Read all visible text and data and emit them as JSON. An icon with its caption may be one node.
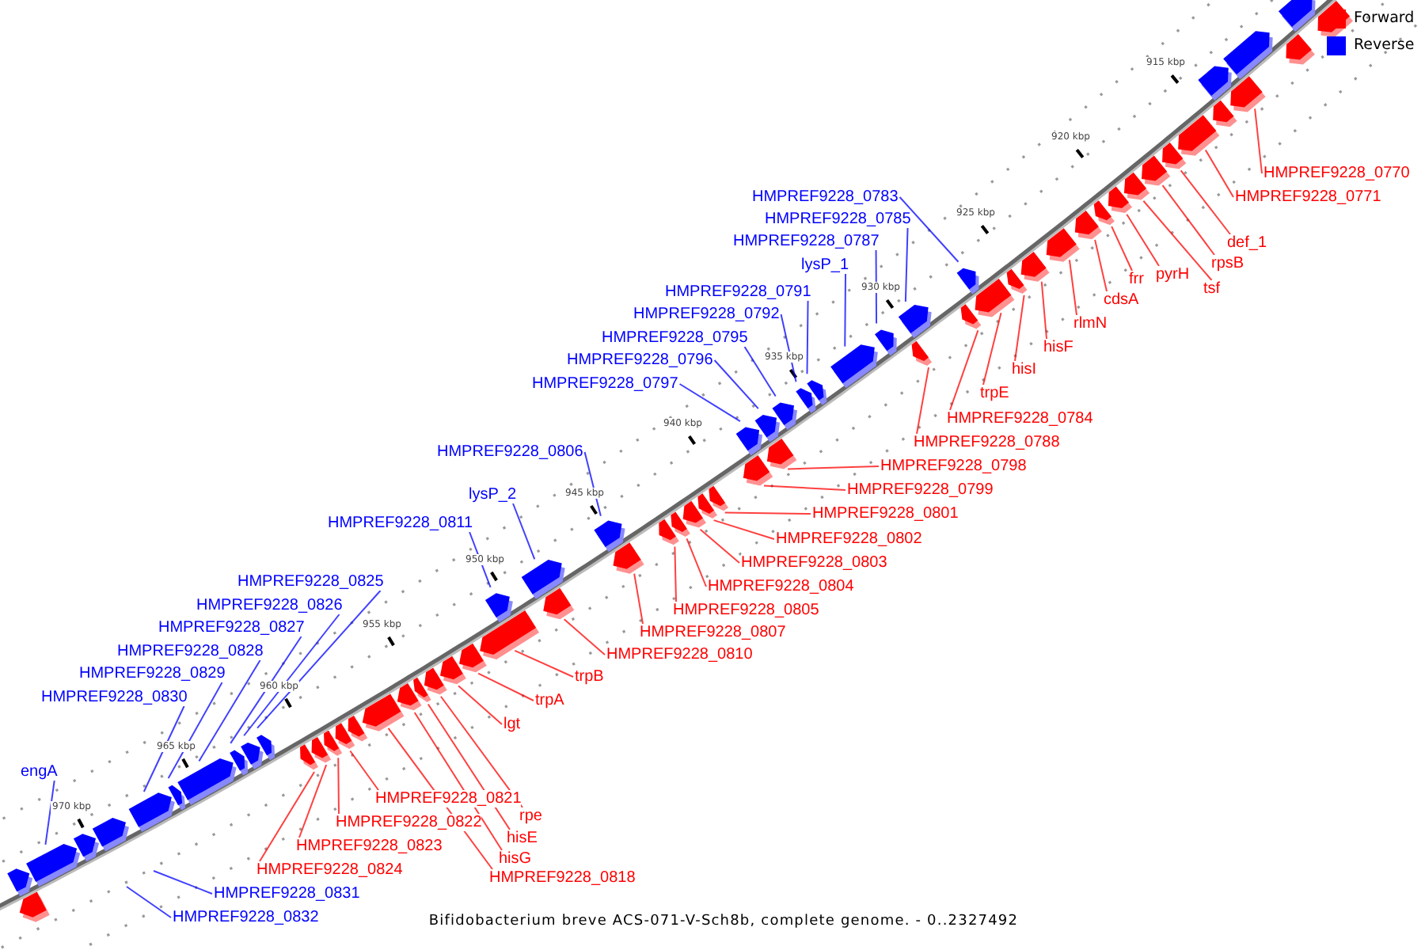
{
  "diagram": {
    "caption": "Bifidobacterium breve ACS-071-V-Sch8b, complete genome. - 0..2327492",
    "nodes": [
      {
        "text": [
          "HMPREF9228_0770"
        ]
      },
      {
        "text": [
          "HMPREF9228_0771"
        ]
      },
      {
        "text": [
          "HMPREF9228_0783"
        ]
      },
      {
        "text": [
          "HMPREF9228_0785"
        ]
      },
      {
        "text": [
          "def_1"
        ]
      },
      {
        "text": [
          "HMPREF9228_0787"
        ]
      },
      {
        "text": [
          "rpsB"
        ]
      },
      {
        "text": [
          "lysP_1"
        ]
      },
      {
        "text": [
          "pyrH"
        ]
      },
      {
        "text": [
          "frr"
        ]
      },
      {
        "text": [
          "tsf"
        ]
      },
      {
        "text": [
          "HMPREF9228_0791"
        ]
      },
      {
        "text": [
          "cdsA"
        ]
      },
      {
        "text": [
          "HMPREF9228_0792"
        ]
      },
      {
        "text": [
          "rlmN"
        ]
      },
      {
        "text": [
          "HMPREF9228_0795"
        ]
      },
      {
        "text": [
          "hisF"
        ]
      },
      {
        "text": [
          "HMPREF9228_0796"
        ]
      },
      {
        "text": [
          "hisI"
        ]
      },
      {
        "text": [
          "HMPREF9228_0797"
        ]
      },
      {
        "text": [
          "trpE"
        ]
      },
      {
        "text": [
          "HMPREF9228_0784"
        ]
      },
      {
        "text": [
          "HMPREF9228_0788"
        ]
      },
      {
        "text": [
          "HMPREF9228_0806"
        ]
      },
      {
        "text": [
          "HMPREF9228_0798"
        ]
      },
      {
        "text": [
          "HMPREF9228_0799"
        ]
      },
      {
        "text": [
          "lysP_2"
        ]
      },
      {
        "text": [
          "HMPREF9228_0801"
        ]
      },
      {
        "text": [
          "HMPREF9228_0811"
        ]
      },
      {
        "text": [
          "HMPREF9228_0802"
        ]
      },
      {
        "text": [
          "HMPREF9228_0803"
        ]
      },
      {
        "text": [
          "HMPREF9228_0825"
        ]
      },
      {
        "text": [
          "HMPREF9228_0804"
        ]
      },
      {
        "text": [
          "HMPREF9228_0826"
        ]
      },
      {
        "text": [
          "HMPREF9228_0805"
        ]
      },
      {
        "text": [
          "HMPREF9228_0827"
        ]
      },
      {
        "text": [
          "HMPREF9228_0807"
        ]
      },
      {
        "text": [
          "HMPREF9228_0828"
        ]
      },
      {
        "text": [
          "HMPREF9228_0810"
        ]
      },
      {
        "text": [
          "HMPREF9228_0829"
        ]
      },
      {
        "text": [
          "trpB"
        ]
      },
      {
        "text": [
          "HMPREF9228_0830"
        ]
      },
      {
        "text": [
          "trpA"
        ]
      },
      {
        "text": [
          "lgt"
        ]
      },
      {
        "text": [
          "engA"
        ]
      },
      {
        "text": [
          "HMPREF9228_0821"
        ]
      },
      {
        "text": [
          "rpe"
        ]
      },
      {
        "text": [
          "HMPREF9228_0822"
        ]
      },
      {
        "text": [
          "hisE"
        ]
      },
      {
        "text": [
          "HMPREF9228_0823"
        ]
      },
      {
        "text": [
          "hisG"
        ]
      },
      {
        "text": [
          "HMPREF9228_0824"
        ]
      },
      {
        "text": [
          "HMPREF9228_0818"
        ]
      },
      {
        "text": [
          "HMPREF9228_0831"
        ]
      },
      {
        "text": [
          "HMPREF9228_0832"
        ]
      },
      {
        "text": [],
        "shape": "pentagon"
      },
      {
        "text": [],
        "shape": "pentagon"
      },
      {
        "text": [],
        "shape": "pentagon"
      },
      {
        "text": [],
        "shape": "pentagon"
      },
      {
        "text": [],
        "shape": "pentagon"
      },
      {
        "text": [],
        "shape": "pentagon"
      },
      {
        "text": [],
        "shape": "pentagon"
      },
      {
        "text": [],
        "shape": "pentagon"
      },
      {
        "text": [],
        "shape": "pentagon"
      },
      {
        "text": [],
        "shape": "pentagon"
      },
      {
        "text": [],
        "shape": "pentagon"
      },
      {
        "text": [],
        "shape": "pentagon"
      },
      {
        "text": [],
        "shape": "pentagon"
      },
      {
        "text": [],
        "shape": "pentagon"
      },
      {
        "text": [],
        "shape": "pentagon"
      },
      {
        "text": [],
        "shape": "pentagon"
      },
      {
        "text": [],
        "shape": "pentagon"
      },
      {
        "text": [],
        "shape": "pentagon"
      },
      {
        "text": [],
        "shape": "pentagon"
      },
      {
        "text": [],
        "shape": "pentagon"
      },
      {
        "text": [],
        "shape": "pentagon"
      },
      {
        "text": [],
        "shape": "pentagon"
      },
      {
        "text": [],
        "shape": "pentagon"
      },
      {
        "text": [],
        "shape": "pentagon"
      },
      {
        "text": [],
        "shape": "pentagon"
      },
      {
        "text": [],
        "shape": "pentagon"
      },
      {
        "text": [],
        "shape": "pentagon"
      },
      {
        "text": [],
        "shape": "pentagon"
      },
      {
        "text": [],
        "shape": "pentagon"
      },
      {
        "text": [],
        "shape": "pentagon"
      },
      {
        "text": [],
        "shape": "pentagon"
      },
      {
        "text": [],
        "shape": "pentagon"
      },
      {
        "text": [],
        "shape": "pentagon"
      },
      {
        "text": [],
        "shape": "pentagon"
      },
      {
        "text": [],
        "shape": "pentagon"
      },
      {
        "text": [],
        "shape": "pentagon"
      },
      {
        "text": [],
        "shape": "pentagon"
      },
      {
        "text": [],
        "shape": "pentagon"
      },
      {
        "text": [],
        "shape": "pentagon"
      },
      {
        "text": [],
        "shape": "pentagon"
      },
      {
        "text": [],
        "shape": "pentagon"
      },
      {
        "text": [],
        "shape": "pentagon"
      },
      {
        "text": [],
        "shape": "pentagon"
      },
      {
        "text": [],
        "shape": "pentagon"
      },
      {
        "text": [],
        "shape": "pentagon"
      },
      {
        "text": [],
        "shape": "pentagon"
      },
      {
        "text": [],
        "shape": "pentagon"
      },
      {
        "text": [],
        "shape": "pentagon"
      },
      {
        "text": [],
        "shape": "pentagon"
      },
      {
        "text": [],
        "shape": "pentagon"
      },
      {
        "text": [],
        "shape": "pentagon"
      },
      {
        "text": [],
        "shape": "pentagon"
      },
      {
        "text": [],
        "shape": "pentagon"
      },
      {
        "text": [],
        "shape": "pentagon"
      },
      {
        "text": [],
        "shape": "pentagon"
      },
      {
        "text": [],
        "shape": "pentagon"
      },
      {
        "text": [],
        "shape": "pentagon"
      },
      {
        "text": [],
        "shape": "pentagon"
      },
      {
        "text": [],
        "shape": "pentagon"
      },
      {
        "text": [],
        "shape": "pentagon"
      },
      {
        "text": [],
        "shape": "pentagon"
      },
      {
        "text": [],
        "shape": "pentagon"
      },
      {
        "text": [],
        "shape": "pentagon"
      },
      {
        "text": [],
        "shape": "pentagon"
      }
    ],
    "edges": [
      {
        "from": 0,
        "to": 60,
        "arrow": "none"
      },
      {
        "from": 1,
        "to": 62,
        "arrow": "none"
      },
      {
        "from": 2,
        "to": 72,
        "arrow": "none",
        "color": "#0000ff"
      },
      {
        "from": 3,
        "to": 75,
        "arrow": "none",
        "color": "#0000ff"
      },
      {
        "from": 4,
        "to": 63,
        "arrow": "none"
      },
      {
        "from": 5,
        "to": 77,
        "arrow": "none",
        "color": "#0000ff"
      },
      {
        "from": 6,
        "to": 64,
        "arrow": "none"
      },
      {
        "from": 7,
        "to": 78,
        "arrow": "none",
        "color": "#0000ff"
      },
      {
        "from": 8,
        "to": 66,
        "arrow": "none"
      },
      {
        "from": 9,
        "to": 67,
        "arrow": "none"
      },
      {
        "from": 10,
        "to": 65,
        "arrow": "none"
      },
      {
        "from": 11,
        "to": 79,
        "arrow": "none",
        "color": "#0000ff"
      },
      {
        "from": 12,
        "to": 68,
        "arrow": "none"
      },
      {
        "from": 13,
        "to": 80,
        "arrow": "none",
        "color": "#0000ff"
      },
      {
        "from": 14,
        "to": 69,
        "arrow": "none"
      },
      {
        "from": 15,
        "to": 81,
        "arrow": "none",
        "color": "#0000ff"
      },
      {
        "from": 16,
        "to": 70,
        "arrow": "none"
      },
      {
        "from": 17,
        "to": 82,
        "arrow": "none",
        "color": "#0000ff"
      },
      {
        "from": 18,
        "to": 71,
        "arrow": "none"
      },
      {
        "from": 19,
        "to": 84,
        "arrow": "none",
        "color": "#0000ff"
      },
      {
        "from": 20,
        "to": 73,
        "arrow": "none"
      },
      {
        "from": 21,
        "to": 74,
        "arrow": "none"
      },
      {
        "from": 22,
        "to": 76,
        "arrow": "none"
      },
      {
        "from": 23,
        "to": 91,
        "arrow": "none",
        "color": "#0000ff"
      },
      {
        "from": 24,
        "to": 83,
        "arrow": "none"
      },
      {
        "from": 25,
        "to": 85,
        "arrow": "none"
      },
      {
        "from": 26,
        "to": 93,
        "arrow": "none",
        "color": "#0000ff"
      },
      {
        "from": 27,
        "to": 86,
        "arrow": "none"
      },
      {
        "from": 28,
        "to": 95,
        "arrow": "none",
        "color": "#0000ff"
      },
      {
        "from": 29,
        "to": 87,
        "arrow": "none"
      },
      {
        "from": 30,
        "to": 88,
        "arrow": "none"
      },
      {
        "from": 31,
        "to": 108,
        "arrow": "none",
        "color": "#0000ff"
      },
      {
        "from": 32,
        "to": 89,
        "arrow": "none"
      },
      {
        "from": 33,
        "to": 109,
        "arrow": "none",
        "color": "#0000ff"
      },
      {
        "from": 34,
        "to": 90,
        "arrow": "none"
      },
      {
        "from": 35,
        "to": 110,
        "arrow": "none",
        "color": "#0000ff"
      },
      {
        "from": 36,
        "to": 92,
        "arrow": "none"
      },
      {
        "from": 37,
        "to": 111,
        "arrow": "none",
        "color": "#0000ff"
      },
      {
        "from": 38,
        "to": 94,
        "arrow": "none"
      },
      {
        "from": 39,
        "to": 112,
        "arrow": "none",
        "color": "#0000ff"
      },
      {
        "from": 40,
        "to": 96,
        "arrow": "none"
      },
      {
        "from": 41,
        "to": 113,
        "arrow": "none",
        "color": "#0000ff"
      },
      {
        "from": 42,
        "to": 97,
        "arrow": "none"
      },
      {
        "from": 43,
        "to": 98,
        "arrow": "none"
      },
      {
        "from": 44,
        "to": 116,
        "arrow": "none",
        "color": "#0000ff"
      },
      {
        "from": 45,
        "to": 104,
        "arrow": "none"
      },
      {
        "from": 46,
        "to": 99,
        "arrow": "none"
      },
      {
        "from": 47,
        "to": 105,
        "arrow": "none"
      },
      {
        "from": 48,
        "to": 100,
        "arrow": "none"
      },
      {
        "from": 49,
        "to": 106,
        "arrow": "none"
      },
      {
        "from": 50,
        "to": 101,
        "arrow": "none"
      },
      {
        "from": 51,
        "to": 107,
        "arrow": "none"
      },
      {
        "from": 52,
        "to": 102,
        "arrow": "none"
      },
      {
        "from": 53,
        "to": null,
        "arrow": "none",
        "color": "#0000ff"
      },
      {
        "from": 54,
        "to": null,
        "arrow": "none",
        "color": "#0000ff"
      }
    ],
    "labels": [
      "915 kbp",
      "920 kbp",
      "925 kbp",
      "930 kbp",
      "935 kbp",
      "940 kbp",
      "945 kbp",
      "950 kbp",
      "955 kbp",
      "960 kbp",
      "965 kbp",
      "970 kbp"
    ],
    "legend": [
      {
        "text": "Forward",
        "color": "#ff0000"
      },
      {
        "text": "Reverse",
        "color": "#0000ff"
      }
    ]
  }
}
